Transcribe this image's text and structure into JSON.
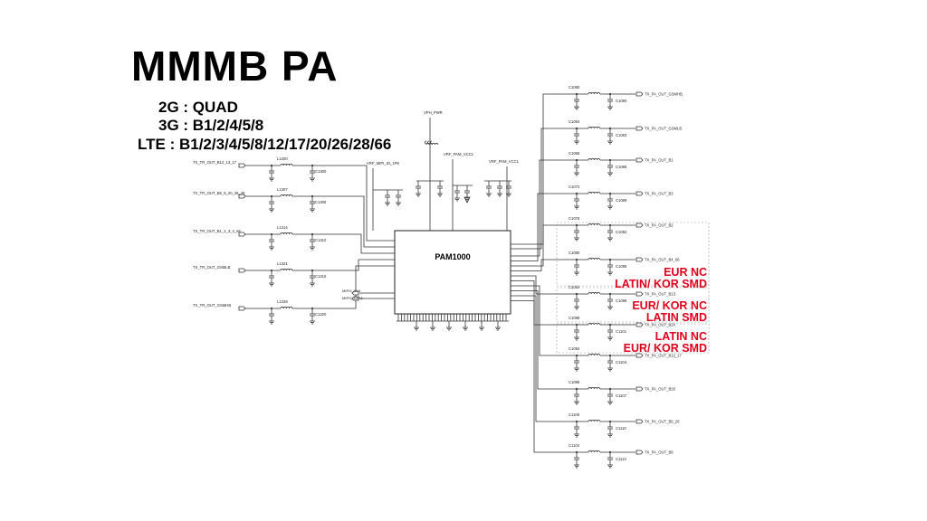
{
  "title": "MMMB PA",
  "bands": [
    {
      "label": "2G",
      "value": "QUAD"
    },
    {
      "label": "3G",
      "value": "B1/2/4/5/8"
    },
    {
      "label": "LTE",
      "value": "B1/2/3/4/5/8/12/17/20/26/28/66"
    }
  ],
  "chip": {
    "name": "PAM1000"
  },
  "inputs": [
    "TX_TR_OUT_B12_13_17",
    "TX_TR_OUT_B5_8_20_26_28",
    "TX_TR_OUT_B1_2_3_4_66",
    "TX_TR_OUT_GSMLB",
    "TX_TR_OUT_GSMHB"
  ],
  "outputs": [
    "TX_PA_OUT_GSMHB",
    "TX_PA_OUT_GSMLB",
    "TX_PA_OUT_B1",
    "TX_PA_OUT_B3",
    "TX_PA_OUT_B2",
    "TX_PA_OUT_B4_66",
    "TX_PA_OUT_B13",
    "TX_PA_OUT_B20",
    "TX_PA_OUT_B12_17",
    "TX_PA_OUT_B26",
    "TX_PA_OUT_B5_26",
    "TX_PA_OUT_B8"
  ],
  "supplies": [
    "VPH_PWR",
    "VRF_MIPI_IO_1P8",
    "VRF_PAM_VCC1",
    "VRF_PAM_VCC1"
  ],
  "mipi": [
    "MIPI3_CLK",
    "MIPI3_DATA"
  ],
  "notes": [
    {
      "line1": "EUR NC",
      "line2": "LATIN/ KOR SMD"
    },
    {
      "line1": "EUR/ KOR NC",
      "line2": "LATIN SMD"
    },
    {
      "line1": "LATIN NC",
      "line2": "EUR/ KOR SMD"
    }
  ],
  "colors": {
    "note": "#e0001b",
    "wire": "#333333"
  }
}
